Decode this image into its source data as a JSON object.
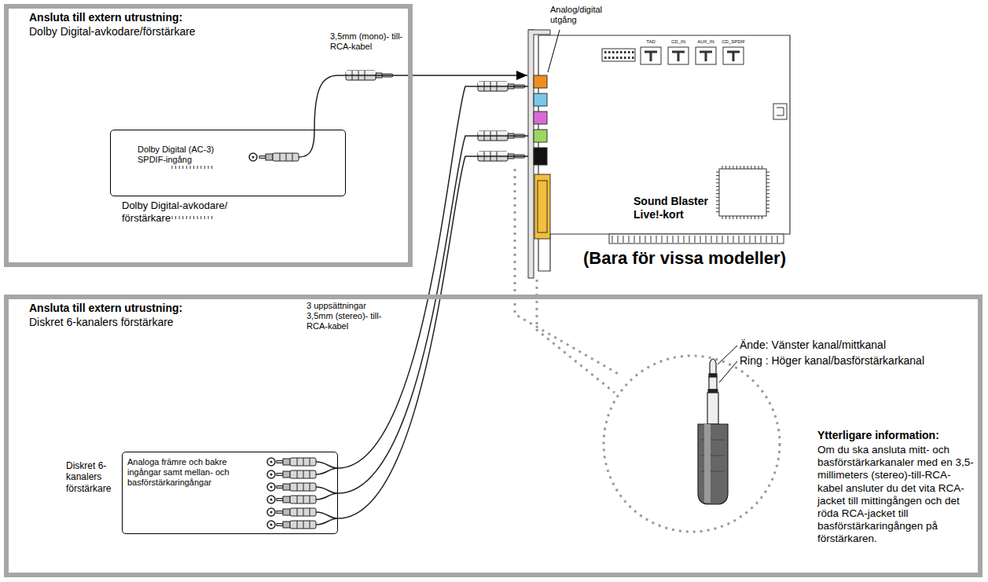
{
  "diagram": {
    "nodes": [
      {
        "text": [
          "Ansluta till extern utrustning:",
          "Dolby Digital-avkodare/förstärkare"
        ]
      },
      {
        "text": [
          "Dolby Digital (AC-3) SPDIF-ingång",
          "Dolby Digital-avkodare/ förstärkare"
        ],
        "in": 0
      },
      {
        "text": [
          "Ansluta till extern utrustning:",
          "Diskret 6-kanalers förstärkare"
        ]
      },
      {
        "text": [
          "Diskret 6-kanalers förstärkare",
          "Analoga främre och bakre ingångar samt mellan- och basförstärkaringångar"
        ],
        "in": 2
      },
      {
        "text": [
          "Sound Blaster Live!-kort"
        ]
      }
    ],
    "edges": [
      {
        "from": 1,
        "to": 4,
        "arrow": "to"
      },
      {
        "from": 4,
        "to": 3,
        "arrow": "none"
      },
      {
        "from": 4,
        "to": 3,
        "arrow": "none"
      },
      {
        "from": 4,
        "to": 3,
        "arrow": "none"
      }
    ],
    "labels": [
      "3,5mm (mono)- till-RCA-kabel",
      "Analog/digital utgång",
      "TAD",
      "CD_IN",
      "AUX_IN",
      "CD_SPDIF",
      "(Bara för vissa modeller)",
      "3 uppsättningar 3,5mm (stereo)- till-RCA-kabel",
      "Ände: Vänster kanal/mittkanal",
      "Ring : Höger kanal/basförstärkarkanal",
      "Ytterligare information:",
      "Om du ska ansluta mitt- och basförstärkarkanaler med en 3,5- millimeters (stereo)-till-RCA-kabel ansluter du det vita RCA-jacket till mittingången och det röda RCA-jacket till basförstärkaringången på förstärkaren."
    ]
  }
}
